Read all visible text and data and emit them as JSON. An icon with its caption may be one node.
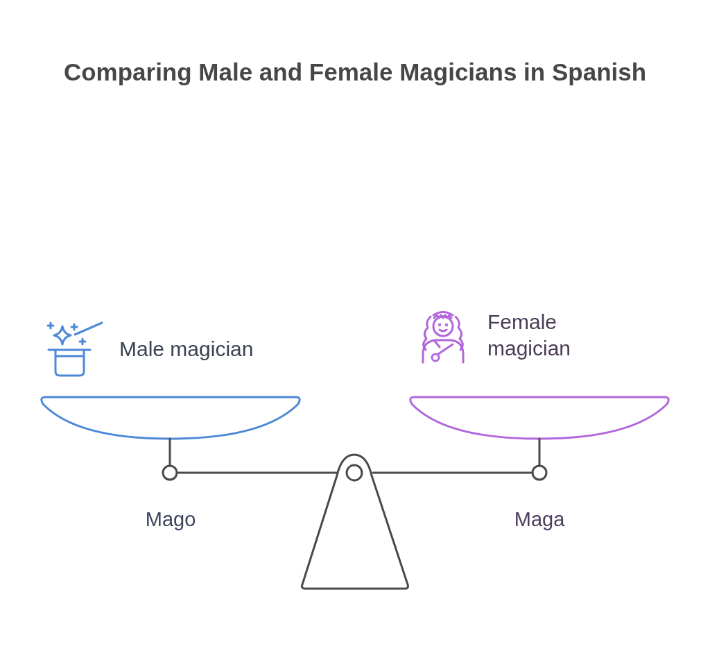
{
  "diagram": {
    "title": "Comparing Male and Female Magicians in Spanish",
    "labels": [
      "Male magician",
      "Female magician",
      "Mago",
      "Maga"
    ]
  }
}
